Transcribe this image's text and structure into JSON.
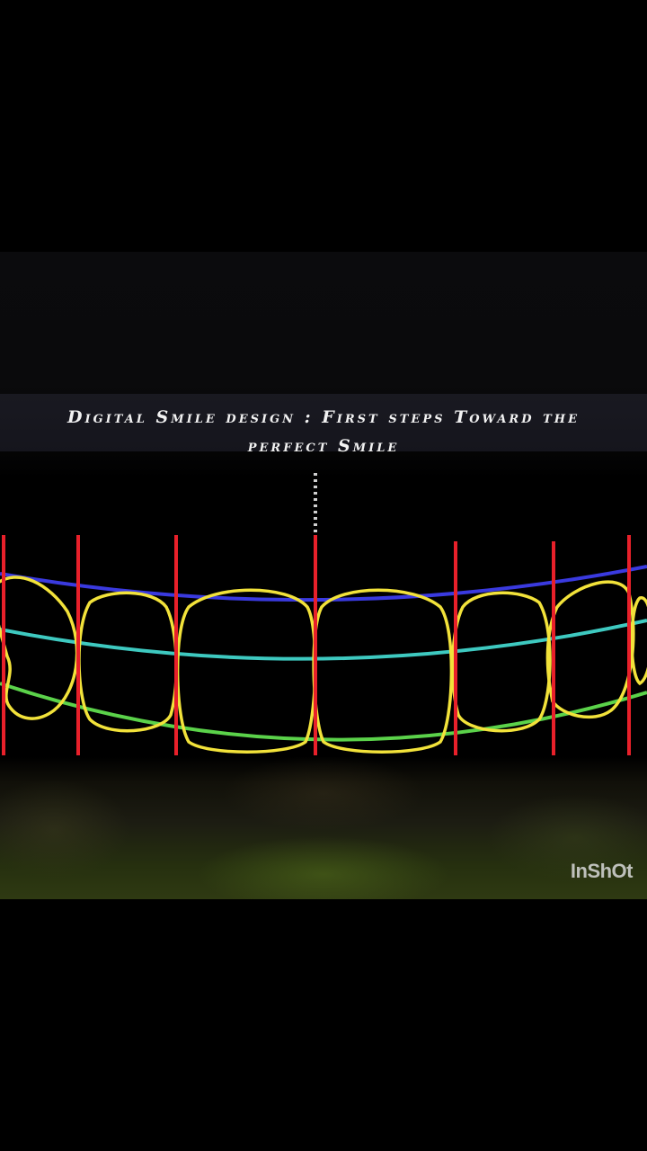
{
  "caption": {
    "line1": "Digital Smile design : First steps Toward the",
    "line2": "perfect Smile"
  },
  "watermark": "InShOt",
  "colors": {
    "tooth_outline": "#f2e23a",
    "vertical_guides": "#e8202a",
    "upper_curve": "#3a3adf",
    "middle_curve": "#3ec9c0",
    "lower_curve": "#5bd24a"
  }
}
